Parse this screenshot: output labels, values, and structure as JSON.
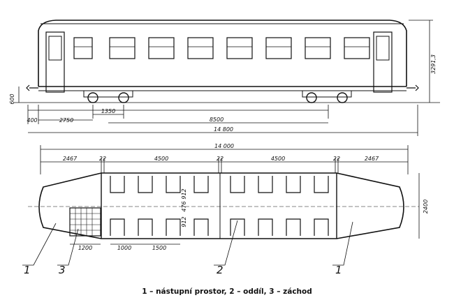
{
  "caption": "1 – nástupní prostor, 2 – oddíl, 3 – záchod",
  "side_view": {
    "dims": {
      "height": "3291,3",
      "step_height": "600",
      "overhang": "400",
      "end_to_bogie": "2750",
      "bogie_base": "1350",
      "bogie_pitch": "8500",
      "total_length": "14 800"
    }
  },
  "plan_view": {
    "dims": {
      "body_length": "14 000",
      "vestibule_left": "2467",
      "partition_left": "22",
      "compartment_left": "4500",
      "partition_mid": "22",
      "compartment_right": "4500",
      "partition_right": "22",
      "vestibule_right": "2467",
      "width": "2400",
      "seat_a": "912",
      "seat_gap": "476",
      "seat_b": "912",
      "toilet": "1200",
      "seat_pitch": "1000",
      "bay": "1500"
    },
    "callouts": {
      "vestibule_left": "1",
      "toilet": "3",
      "compartment": "2",
      "vestibule_right": "1"
    }
  }
}
